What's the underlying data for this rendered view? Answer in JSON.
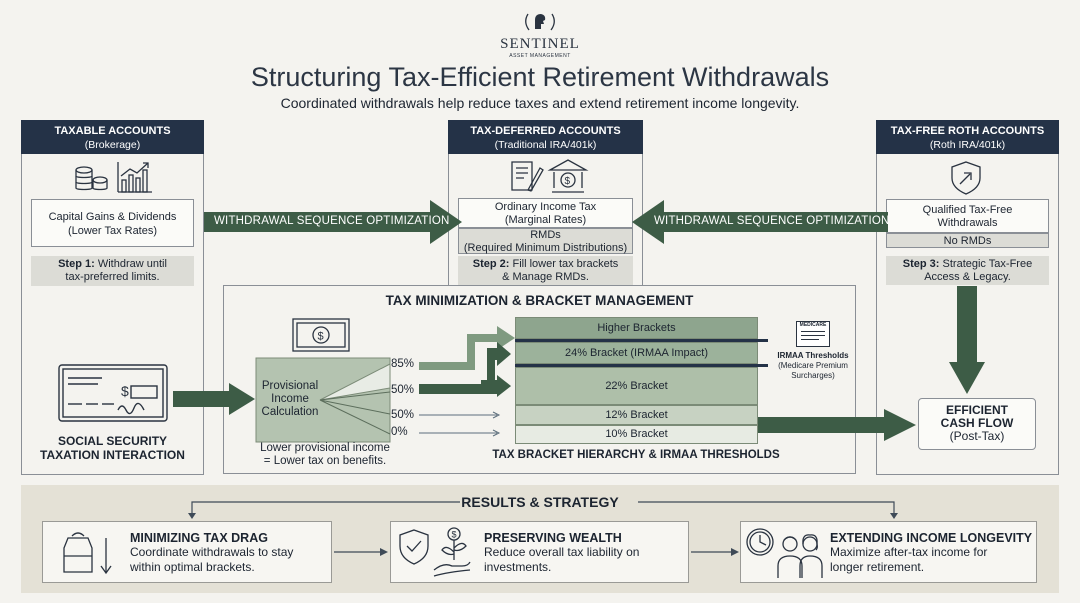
{
  "brand": {
    "name": "SENTINEL",
    "tagline": "ASSET MANAGEMENT"
  },
  "title": "Structuring Tax-Efficient Retirement Withdrawals",
  "subtitle": "Coordinated withdrawals help reduce taxes and extend retirement income longevity.",
  "taxable": {
    "title": "TAXABLE ACCOUNTS",
    "sub": "(Brokerage)",
    "box_line1": "Capital Gains & Dividends",
    "box_line2": "(Lower Tax Rates)",
    "step_label": "Step 1:",
    "step_text1": " Withdraw until",
    "step_text2": "tax-preferred limits."
  },
  "deferred": {
    "title": "TAX-DEFERRED ACCOUNTS",
    "sub": "(Traditional IRA/401k)",
    "box_line1": "Ordinary Income Tax",
    "box_line2": "(Marginal Rates)",
    "rmd_line1": "RMDs",
    "rmd_line2": "(Required Minimum Distributions)",
    "step_label": "Step 2:",
    "step_text1": " Fill lower tax brackets",
    "step_text2": "& Manage RMDs."
  },
  "roth": {
    "title": "TAX-FREE ROTH ACCOUNTS",
    "sub": "(Roth IRA/401k)",
    "box_line1": "Qualified Tax-Free",
    "box_line2": "Withdrawals",
    "no_rmd": "No RMDs",
    "step_label": "Step 3:",
    "step_text1": " Strategic Tax-Free",
    "step_text2": "Access & Legacy."
  },
  "arrows": {
    "left": "WITHDRAWAL SEQUENCE OPTIMIZATION",
    "right": "WITHDRAWAL SEQUENCE OPTIMIZATION"
  },
  "social_security": {
    "line1": "SOCIAL SECURITY",
    "line2": "TAXATION INTERACTION"
  },
  "minimization": {
    "title": "TAX MINIMIZATION & BRACKET MANAGEMENT",
    "provisional_line1": "Provisional",
    "provisional_line2": "Income",
    "provisional_line3": "Calculation",
    "note_line1": "Lower provisional income",
    "note_line2": "= Lower tax on benefits.",
    "percents": [
      "85%",
      "50%",
      "50%",
      "0%"
    ],
    "brackets": [
      "Higher Brackets",
      "24% Bracket (IRMAA Impact)",
      "22% Bracket",
      "12% Bracket",
      "10% Bracket"
    ],
    "footer": "TAX BRACKET HIERARCHY & IRMAA THRESHOLDS",
    "medicare_card": "MEDICARE",
    "irmaa_title": "IRMAA Thresholds",
    "irmaa_sub1": "(Medicare Premium",
    "irmaa_sub2": "Surcharges)"
  },
  "cashflow": {
    "line1": "EFFICIENT",
    "line2": "CASH FLOW",
    "line3": "(Post-Tax)"
  },
  "results": {
    "title": "RESULTS & STRATEGY",
    "cards": [
      {
        "title": "MINIMIZING TAX DRAG",
        "desc1": "Coordinate withdrawals to stay",
        "desc2": "within optimal brackets.",
        "icon": "weight-down-icon"
      },
      {
        "title": "PRESERVING WEALTH",
        "desc1": "Reduce overall tax liability on",
        "desc2": "investments.",
        "icon": "shield-plant-icon"
      },
      {
        "title": "EXTENDING INCOME LONGEVITY",
        "desc1": "Maximize after-tax income for",
        "desc2": "longer retirement.",
        "icon": "clock-couple-icon"
      }
    ]
  },
  "colors": {
    "navy": "#243247",
    "green_dark": "#3d5c46",
    "green_mid": "#7f9a80",
    "sage": "#aebfa9",
    "panel_bg": "#f4f3ef",
    "results_bg": "#e4e1d6"
  }
}
